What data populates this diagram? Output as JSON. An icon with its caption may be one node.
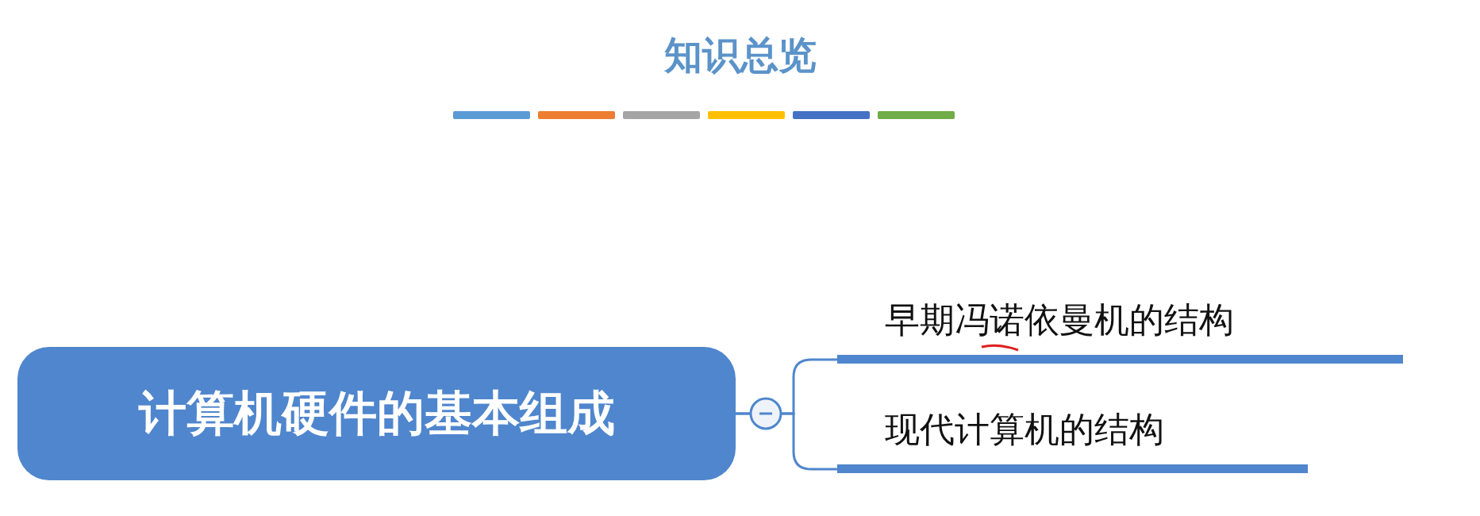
{
  "diagram": {
    "title": "知识总览",
    "nodes": [
      {
        "text": [
          "计算机硬件的基本组成"
        ]
      },
      {
        "text": [
          "早期冯诺依曼机的结构"
        ]
      },
      {
        "text": [
          "现代计算机的结构"
        ]
      }
    ],
    "edges": [
      {
        "from": 0,
        "to": 1,
        "arrow": "none"
      },
      {
        "from": 0,
        "to": 2,
        "arrow": "none"
      }
    ]
  }
}
